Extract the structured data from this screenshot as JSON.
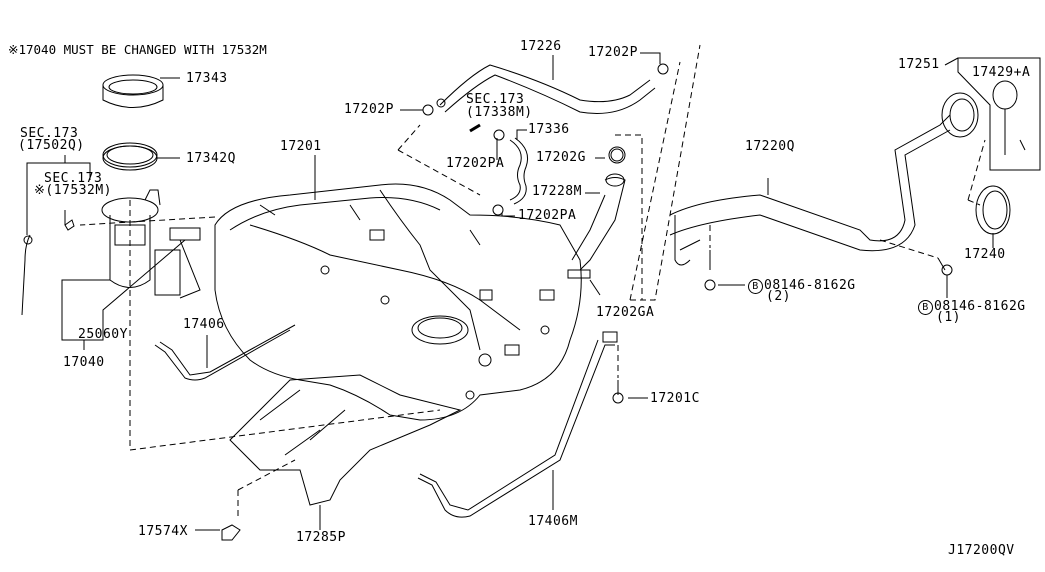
{
  "diagram": {
    "note": "※17040 MUST BE CHANGED WITH 17532M",
    "diagram_code": "J17200QV",
    "labels": {
      "p17226": "17226",
      "p17202P_top": "17202P",
      "p17202P_left": "17202P",
      "sec173_17338M_a": "SEC.173",
      "sec173_17338M_b": "(17338M)",
      "p17336": "17336",
      "p17202PA_a": "17202PA",
      "p17202G": "17202G",
      "p17228M": "17228M",
      "p17202PA_b": "17202PA",
      "p17251": "17251",
      "p17429A": "17429+A",
      "p17220Q": "17220Q",
      "p17240": "17240",
      "bolt2_part": "08146-8162G",
      "bolt2_qty": "(2)",
      "bolt1_part": "08146-8162G",
      "bolt1_qty": "(1)",
      "bolt_symbol": "B",
      "p17343": "17343",
      "p17342Q": "17342Q",
      "p17201": "17201",
      "sec173_17502Q_a": "SEC.173",
      "sec173_17502Q_b": "(17502Q)",
      "sec173_17532M_a": "SEC.173",
      "sec173_17532M_b": "※(17532M)",
      "p25060Y": "25060Y",
      "p17040": "17040",
      "p17406": "17406",
      "p17202GA": "17202GA",
      "p17201C": "17201C",
      "p17574X": "17574X",
      "p17285P": "17285P",
      "p17406M": "17406M"
    }
  }
}
